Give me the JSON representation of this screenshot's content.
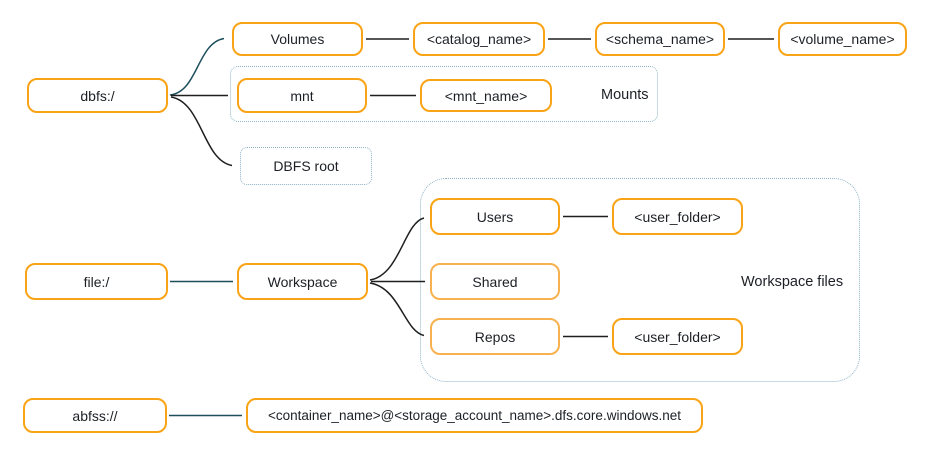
{
  "diagram": {
    "description": "File-path scheme diagram mapping URI prefixes to storage locations",
    "colors": {
      "node_border_orange": "#f9a316",
      "node_border_orange_light": "#f7b14f",
      "dotted_border_blue": "#8fb3c6",
      "arrow_black": "#1f1f1f",
      "arrow_teal": "#1e4f5c",
      "text": "#1c2025",
      "background": "#ffffff"
    },
    "nodes": {
      "dbfs": "dbfs:/",
      "volumes": "Volumes",
      "catalog_name": "<catalog_name>",
      "schema_name": "<schema_name>",
      "volume_name": "<volume_name>",
      "mnt": "mnt",
      "mnt_name": "<mnt_name>",
      "dbfs_root": "DBFS root",
      "file": "file:/",
      "workspace": "Workspace",
      "users": "Users",
      "user_folder_top": "<user_folder>",
      "shared": "Shared",
      "repos": "Repos",
      "user_folder_bottom": "<user_folder>",
      "abfss": "abfss://",
      "adls_path": "<container_name>@<storage_account_name>.dfs.core.windows.net"
    },
    "groups": {
      "mounts_label": "Mounts",
      "workspace_files_label": "Workspace files"
    },
    "edges": [
      {
        "from": "dbfs",
        "to": "volumes",
        "color": "teal",
        "shape": "curve"
      },
      {
        "from": "dbfs",
        "to": "mnt",
        "color": "black",
        "shape": "straight"
      },
      {
        "from": "dbfs",
        "to": "dbfs_root",
        "color": "black",
        "shape": "curve"
      },
      {
        "from": "volumes",
        "to": "catalog_name",
        "color": "black",
        "shape": "straight"
      },
      {
        "from": "catalog_name",
        "to": "schema_name",
        "color": "black",
        "shape": "straight"
      },
      {
        "from": "schema_name",
        "to": "volume_name",
        "color": "black",
        "shape": "straight"
      },
      {
        "from": "mnt",
        "to": "mnt_name",
        "color": "black",
        "shape": "straight"
      },
      {
        "from": "file",
        "to": "workspace",
        "color": "teal",
        "shape": "straight"
      },
      {
        "from": "workspace",
        "to": "users",
        "color": "black",
        "shape": "curve"
      },
      {
        "from": "workspace",
        "to": "shared",
        "color": "black",
        "shape": "straight"
      },
      {
        "from": "workspace",
        "to": "repos",
        "color": "black",
        "shape": "curve"
      },
      {
        "from": "users",
        "to": "user_folder_top",
        "color": "black",
        "shape": "straight"
      },
      {
        "from": "repos",
        "to": "user_folder_bottom",
        "color": "black",
        "shape": "straight"
      },
      {
        "from": "abfss",
        "to": "adls_path",
        "color": "teal",
        "shape": "straight"
      }
    ]
  }
}
